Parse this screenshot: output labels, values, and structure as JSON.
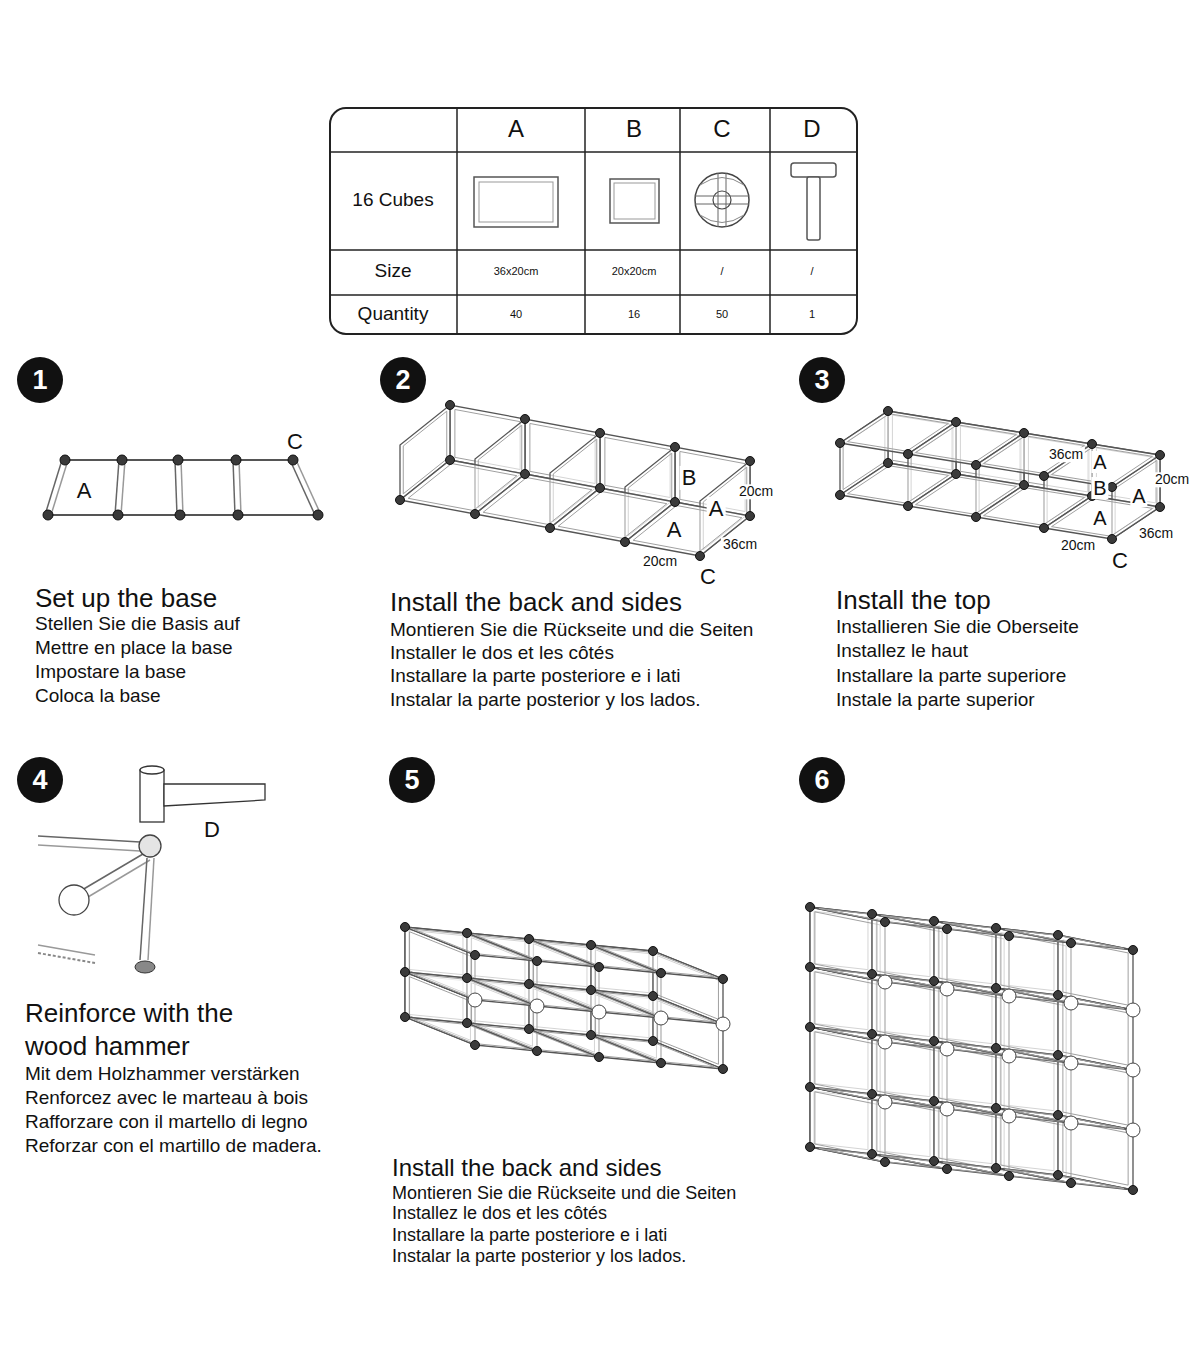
{
  "diagram": {
    "nodes": [
      {
        "text": [
          "1"
        ]
      },
      {
        "text": [
          "2"
        ]
      },
      {
        "text": [
          "3"
        ]
      },
      {
        "text": [
          "4"
        ]
      },
      {
        "text": [
          "5"
        ]
      },
      {
        "text": [
          "6"
        ]
      }
    ],
    "labels": [
      "A",
      "B",
      "C",
      "D",
      "16 Cubes",
      "Size",
      "36x20cm",
      "20x20cm",
      "/",
      "/",
      "Quantity",
      "40",
      "16",
      "50",
      "1",
      "C",
      "A",
      "Set up the base",
      "Stellen Sie die Basis auf",
      "Mettre en place la base",
      "Impostare la base",
      "Coloca la base",
      "B",
      "20cm",
      "A",
      "A",
      "36cm",
      "20cm",
      "C",
      "Install the back and sides",
      "Montieren Sie die Rückseite und die Seiten",
      "Installer le dos et les côtés",
      "Installare la parte posteriore e i lati",
      "Instalar la parte posterior y los lados.",
      "36cm",
      "A",
      "20cm",
      "B",
      "A",
      "A",
      "36cm",
      "20cm",
      "C",
      "Install the top",
      "Installieren Sie die Oberseite",
      "Installez le haut",
      "Installare la parte superiore",
      "Instale la parte superior",
      "D",
      "Reinforce with the wood hammer",
      "Mit dem Holzhammer verstärken",
      "Renforcez avec le marteau à bois",
      "Rafforzare con il martello di legno",
      "Reforzar con el martillo de madera.",
      "Install the back and sides",
      "Montieren Sie die Rückseite und die Seiten",
      "Installez le dos et les côtés",
      "Installare la parte posteriore e i lati",
      "Instalar la parte posterior y los lados."
    ]
  }
}
